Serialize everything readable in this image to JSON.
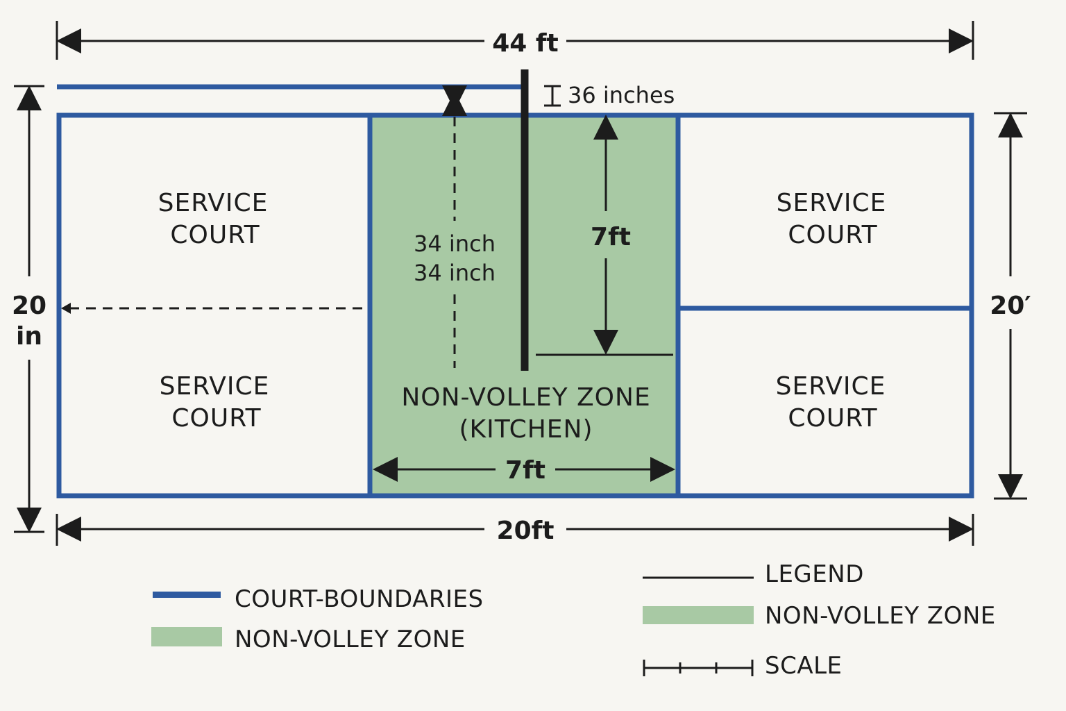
{
  "colors": {
    "boundary": "#2e5aa0",
    "kitchen": "#a8c9a4",
    "ink": "#1c1c1c",
    "background": "#f7f6f2"
  },
  "dimensions": {
    "top_width": "44 ft",
    "bottom_width": "20ft",
    "left_height_1": "20",
    "left_height_2": "in",
    "right_height": "20′",
    "net_height": "36 inches",
    "net_center_1": "34 inch",
    "net_center_2": "34 inch",
    "kitchen_depth": "7ft",
    "kitchen_width": "7ft"
  },
  "court": {
    "service_left_top_1": "SERVICE",
    "service_left_top_2": "COURT",
    "service_left_bottom_1": "SERVICE",
    "service_left_bottom_2": "COURT",
    "service_right_top_1": "SERVICE",
    "service_right_top_2": "COURT",
    "service_right_bottom_1": "SERVICE",
    "service_right_bottom_2": "COURT",
    "kitchen_1": "NON-VOLLEY ZONE",
    "kitchen_2": "(KITCHEN)"
  },
  "legend_left": {
    "boundaries": "COURT-BOUNDARIES",
    "nvz": "NON-VOLLEY ZONE"
  },
  "legend_right": {
    "title": "LEGEND",
    "nvz": "NON-VOLLEY ZONE",
    "scale": "SCALE"
  }
}
